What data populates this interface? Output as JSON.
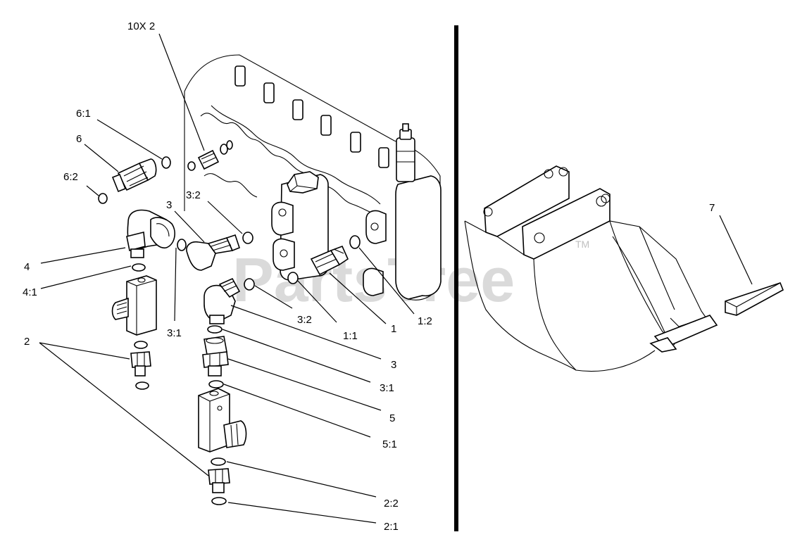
{
  "watermark": {
    "text": "PartsTree",
    "tm": "TM"
  },
  "callouts": [
    {
      "id": "10x2",
      "label": "10X 2"
    },
    {
      "id": "6-1",
      "label": "6:1"
    },
    {
      "id": "6",
      "label": "6"
    },
    {
      "id": "6-2",
      "label": "6:2"
    },
    {
      "id": "3-top",
      "label": "3"
    },
    {
      "id": "3-2-top",
      "label": "3:2"
    },
    {
      "id": "4",
      "label": "4"
    },
    {
      "id": "4-1",
      "label": "4:1"
    },
    {
      "id": "3-1-left",
      "label": "3:1"
    },
    {
      "id": "2",
      "label": "2"
    },
    {
      "id": "3-2-bottom",
      "label": "3:2"
    },
    {
      "id": "1-1",
      "label": "1:1"
    },
    {
      "id": "1",
      "label": "1"
    },
    {
      "id": "1-2",
      "label": "1:2"
    },
    {
      "id": "3-bottom",
      "label": "3"
    },
    {
      "id": "3-1-right",
      "label": "3:1"
    },
    {
      "id": "5",
      "label": "5"
    },
    {
      "id": "5-1",
      "label": "5:1"
    },
    {
      "id": "2-2",
      "label": "2:2"
    },
    {
      "id": "2-1",
      "label": "2:1"
    },
    {
      "id": "7",
      "label": "7"
    }
  ]
}
